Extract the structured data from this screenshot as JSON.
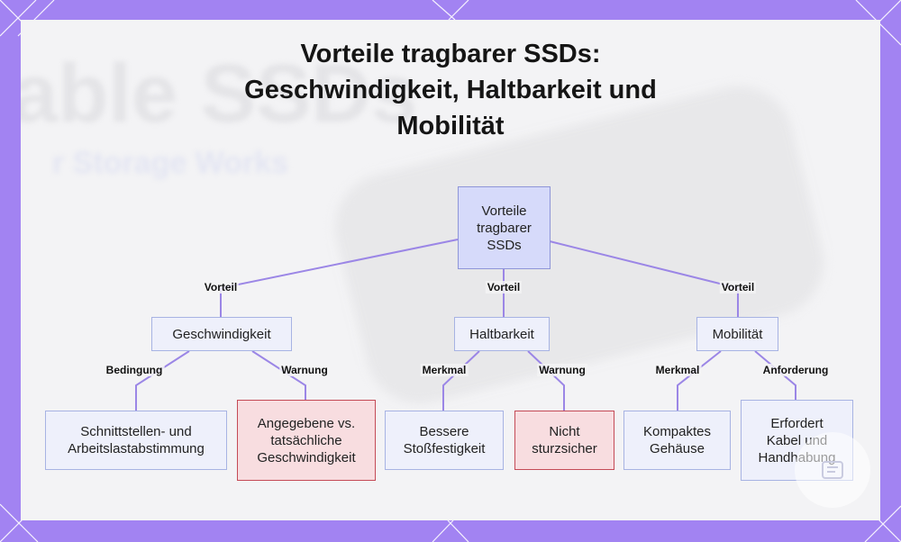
{
  "title_lines": [
    "Vorteile tragbarer SSDs:",
    "Geschwindigkeit, Haltbarkeit und",
    "Mobilität"
  ],
  "background_text": {
    "big": "able SSDs",
    "small": "r Storage Works"
  },
  "colors": {
    "frame": "#a283f2",
    "edge": "#9b86e6",
    "node_fill": "#eef0fb",
    "root_fill": "#d6dafa",
    "warning_fill": "#f8dde0",
    "warning_border": "#c44a56"
  },
  "nodes": {
    "root": "Vorteile tragbarer SSDs",
    "speed": "Geschwindigkeit",
    "durability": "Haltbarkeit",
    "mobility": "Mobilität",
    "interface": "Schnittstellen- und Arbeitslastabstimmung",
    "advertised": "Angegebene vs. tatsächliche Geschwindigkeit",
    "shock": "Bessere Stoßfestigkeit",
    "notdrop": "Nicht sturzsicher",
    "compact": "Kompaktes Gehäuse",
    "cable": "Erfordert Kabel und Handhabung"
  },
  "edge_labels": {
    "root_speed": "Vorteil",
    "root_durability": "Vorteil",
    "root_mobility": "Vorteil",
    "speed_interface": "Bedingung",
    "speed_advertised": "Warnung",
    "durability_shock": "Merkmal",
    "durability_notdrop": "Warnung",
    "mobility_compact": "Merkmal",
    "mobility_cable": "Anforderung"
  }
}
